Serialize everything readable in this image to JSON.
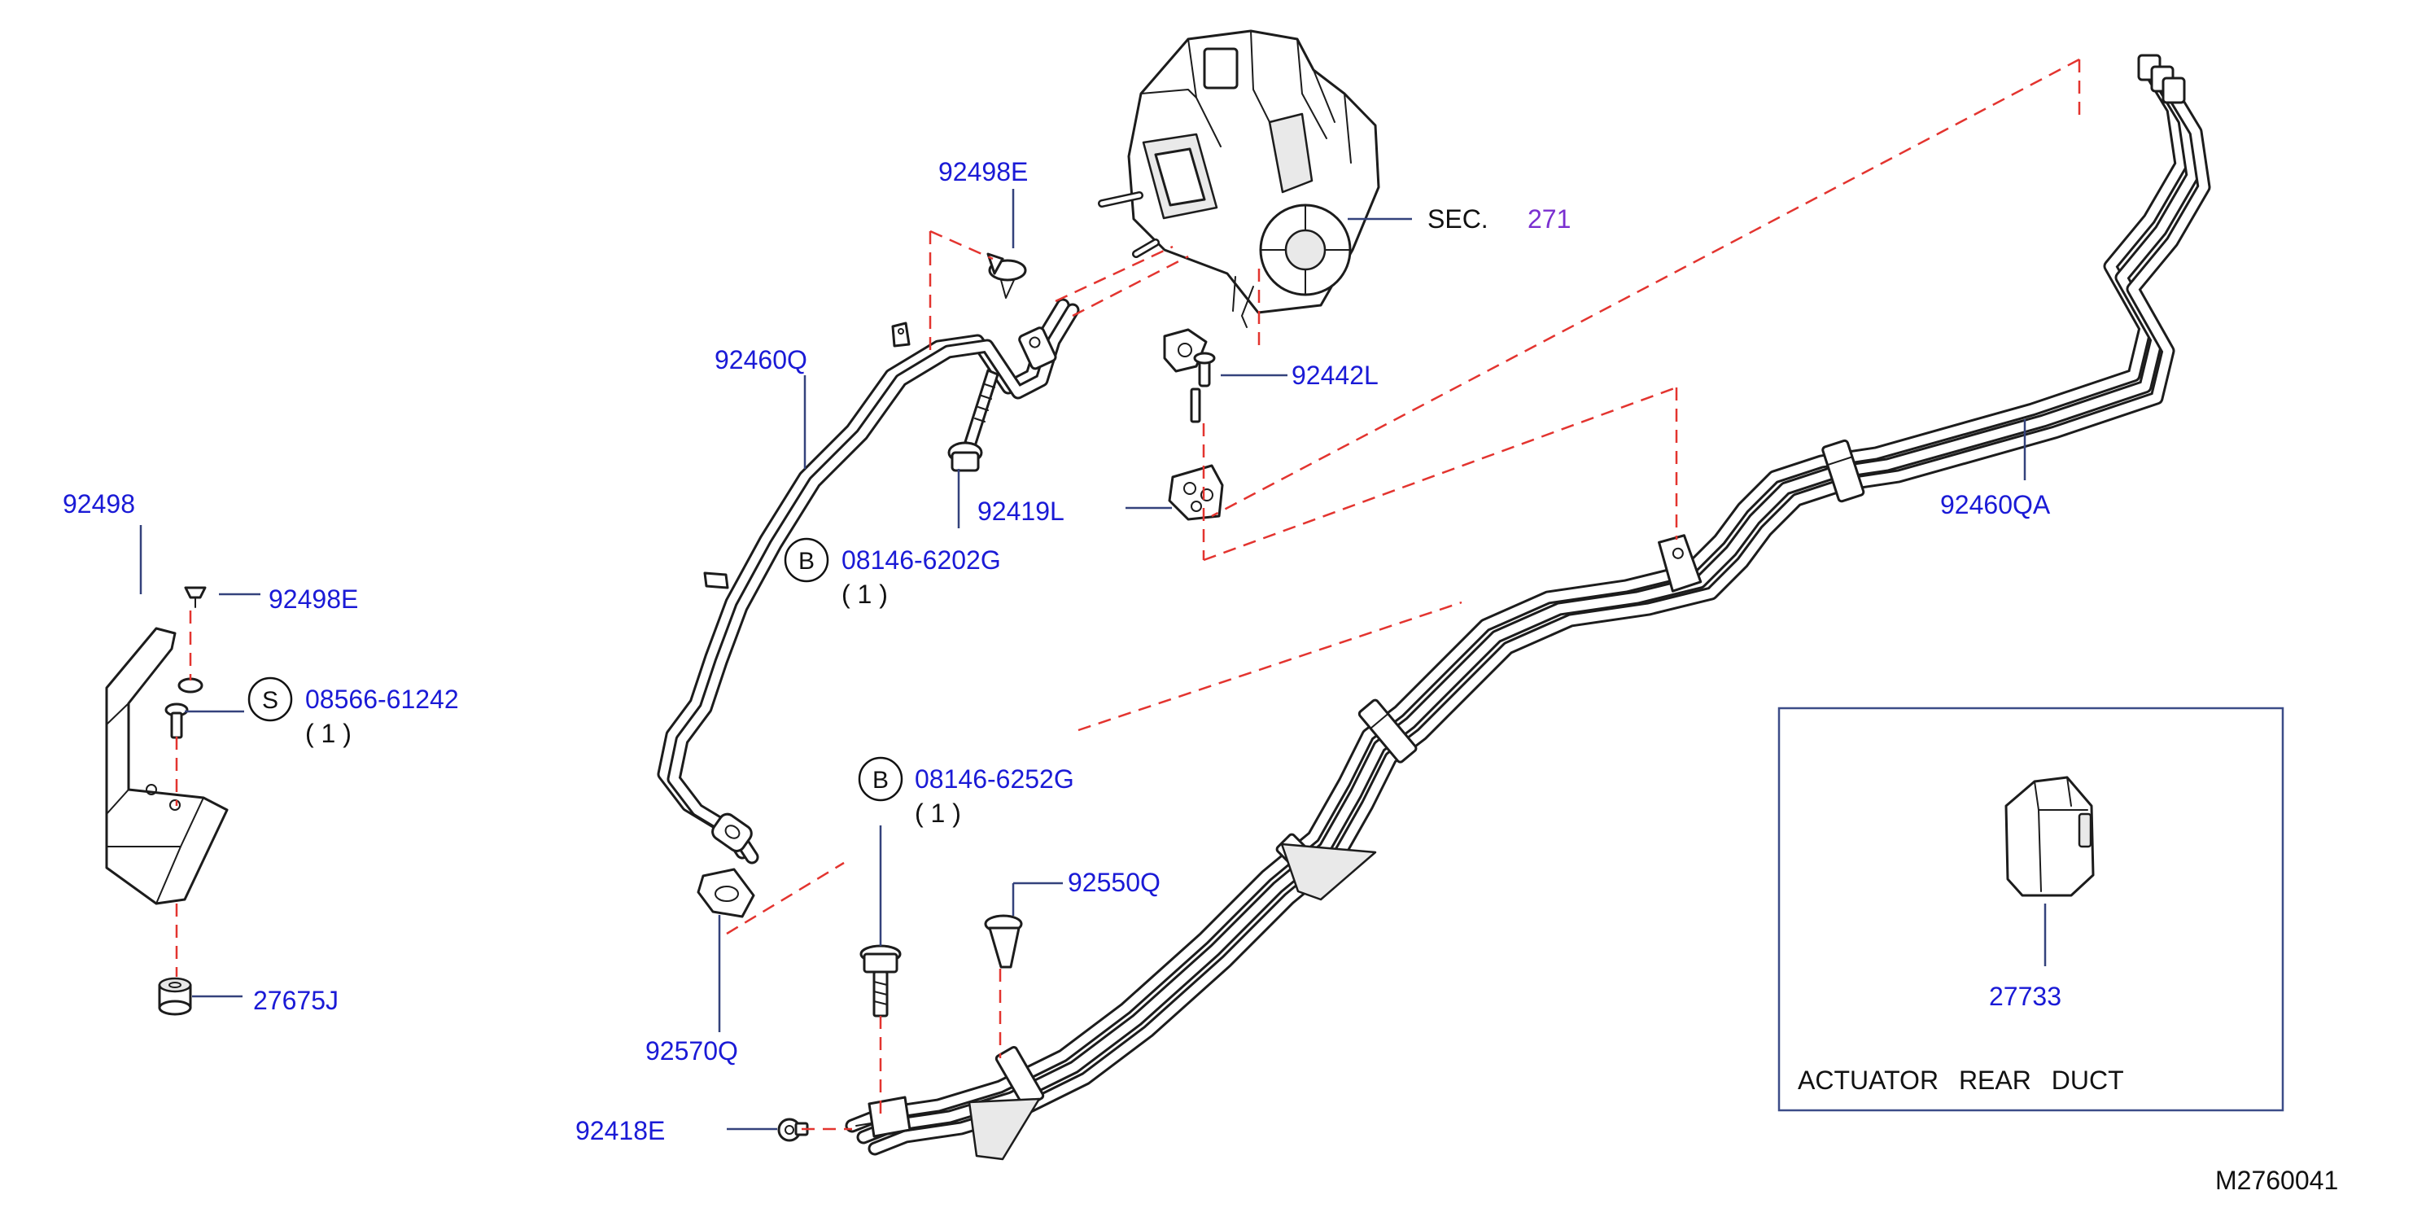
{
  "diagram_id": "M2760041",
  "section_ref": {
    "prefix": "SEC.",
    "number": "271"
  },
  "parts": {
    "clip_upper": "92498E",
    "clip_bracket": "92498E",
    "bracket": "92498",
    "pipe_front": "92460Q",
    "pipe_rear": "92460QA",
    "bracket_heater": "92442L",
    "grommet_upper": "92419L",
    "grommet_lower": "92570Q",
    "clip_lower": "92550Q",
    "clamp": "92418E",
    "nut": "27675J"
  },
  "bolts": [
    {
      "symbol": "B",
      "part": "08146-6202G",
      "qty": "( 1 )"
    },
    {
      "symbol": "S",
      "part": "08566-61242",
      "qty": "( 1 )"
    },
    {
      "symbol": "B",
      "part": "08146-6252G",
      "qty": "( 1 )"
    }
  ],
  "inset": {
    "part": "27733",
    "caption": "ACTUATOR REAR DUCT"
  },
  "colors": {
    "label": "#1a1ad6",
    "section_number": "#7a2fd0",
    "dashed_guide": "#e3342f",
    "leader": "#34427c",
    "inset_frame": "#3c4c88"
  }
}
